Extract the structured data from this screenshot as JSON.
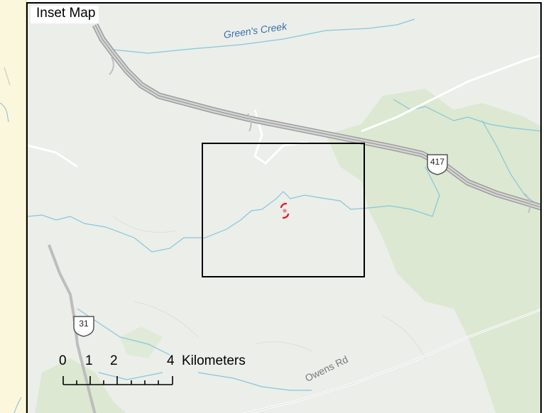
{
  "title": "Inset Map",
  "labels": {
    "creek": "Green's Creek",
    "road": "Owens Rd"
  },
  "shields": {
    "hwy417": "417",
    "hwy31": "31"
  },
  "scale_bar": {
    "ticks": [
      "0",
      "1",
      "2",
      "4"
    ],
    "unit": "Kilometers"
  },
  "colors": {
    "land": "#eceeea",
    "forest": "#d9e6cf",
    "water": "#7fc3da",
    "highway": "#b0b0b0",
    "extent_box": "#000000",
    "marker": "#e0242b"
  }
}
